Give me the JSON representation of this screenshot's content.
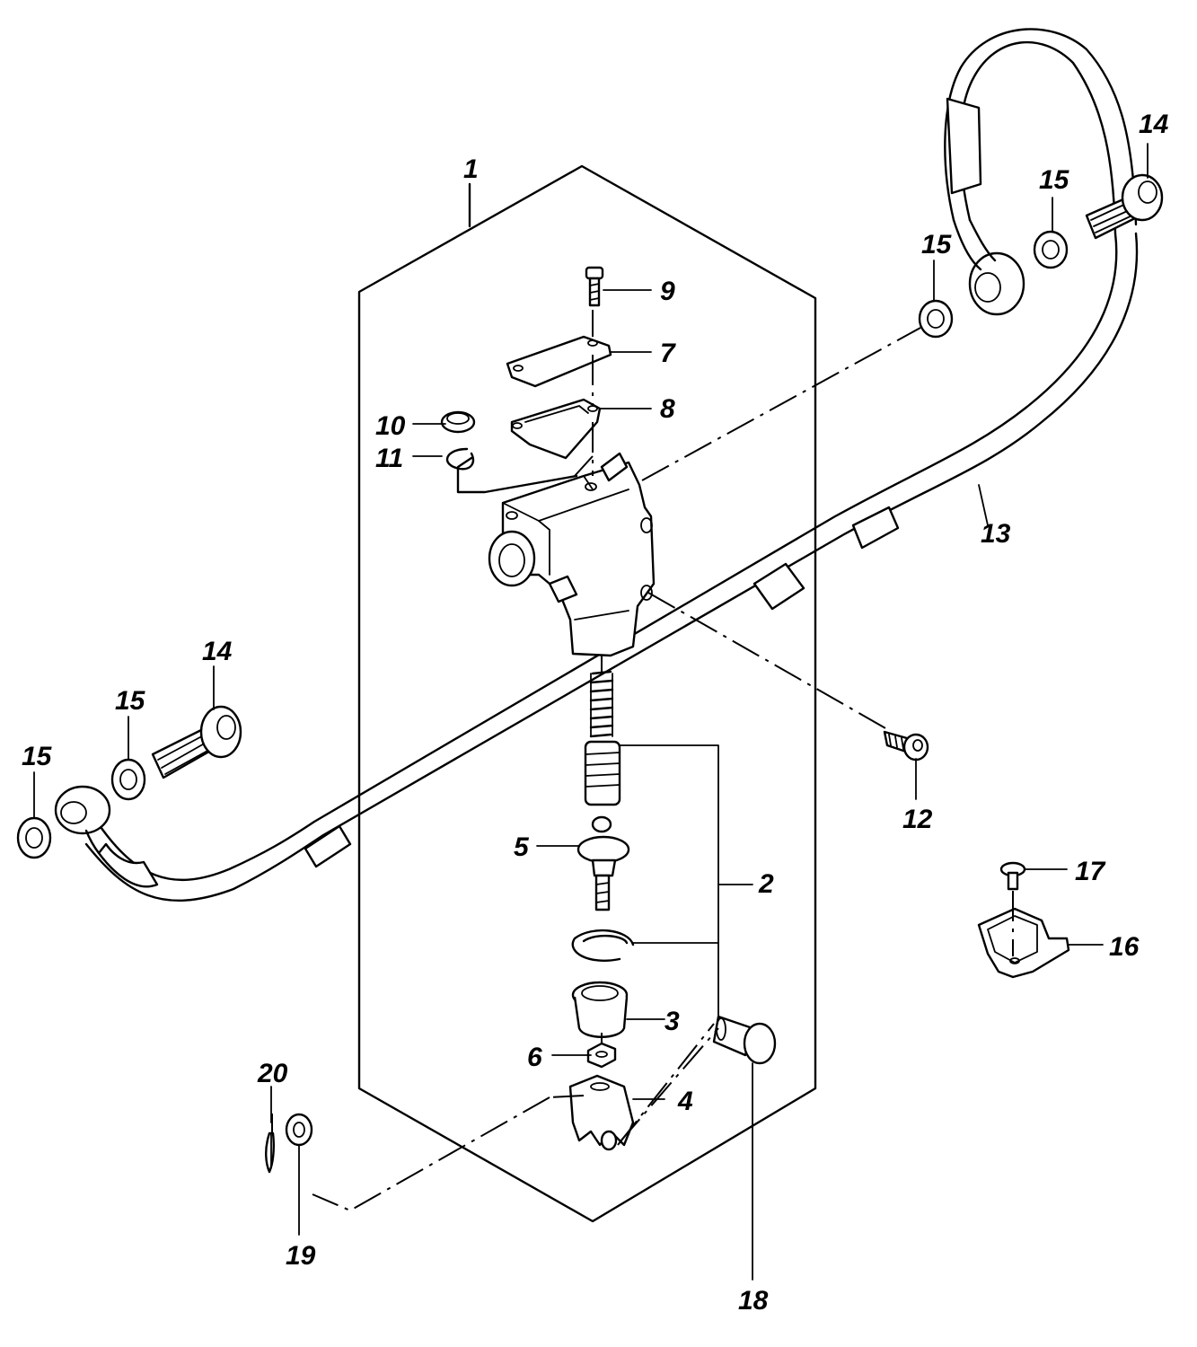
{
  "callouts": {
    "c1": "1",
    "c2": "2",
    "c3": "3",
    "c4": "4",
    "c5": "5",
    "c6": "6",
    "c7": "7",
    "c8": "8",
    "c9": "9",
    "c10": "10",
    "c11": "11",
    "c12": "12",
    "c13": "13",
    "c14a": "14",
    "c14b": "14",
    "c15a": "15",
    "c15b": "15",
    "c15c": "15",
    "c15d": "15",
    "c16": "16",
    "c17": "17",
    "c18": "18",
    "c19": "19",
    "c20": "20"
  }
}
